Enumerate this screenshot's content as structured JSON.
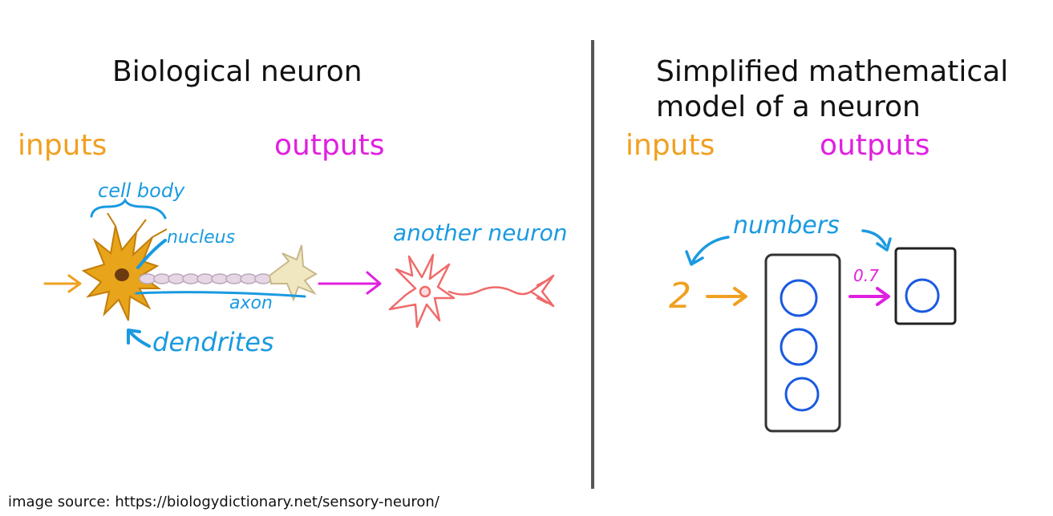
{
  "left_panel": {
    "title": "Biological neuron",
    "inputs_label": "inputs",
    "outputs_label": "outputs",
    "annotations": {
      "cell_body": "cell body",
      "nucleus": "nucleus",
      "axon": "axon",
      "dendrites": "dendrites",
      "another_neuron": "another neuron"
    }
  },
  "right_panel": {
    "title_line1": "Simplified mathematical",
    "title_line2": "model of a neuron",
    "inputs_label": "inputs",
    "outputs_label": "outputs",
    "numbers_label": "numbers",
    "input_value": "2",
    "output_value": "0.7",
    "hidden_units": 3,
    "output_units": 1
  },
  "footer": {
    "image_source": "image source: https://biologydictionary.net/sensory-neuron/"
  },
  "colors": {
    "inputs": "#f0a020",
    "outputs": "#e020e0",
    "annotation": "#1a9ae0",
    "neuron_body": "#e8a41a",
    "other_neuron": "#f06a6a",
    "box": "#333333",
    "unit": "#1a5ae0"
  }
}
